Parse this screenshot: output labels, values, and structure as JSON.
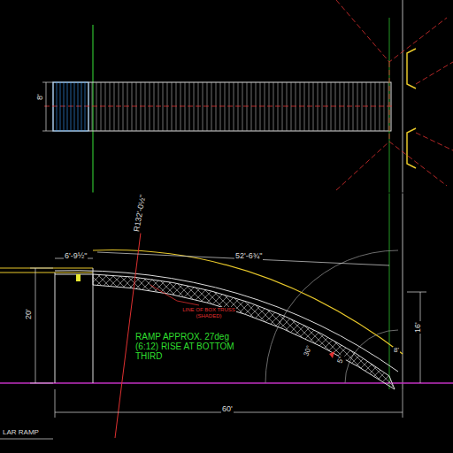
{
  "diagram": {
    "labels": [
      "8'",
      "6'-9½\"",
      "R132'-0½\"",
      "52'-6¾\"",
      "LINE OF BOX TRUSS (SHADED)",
      "RAMP APPROX. 27deg (6:12) RISE AT BOTTOM THIRD",
      "20'",
      "16'",
      "30°",
      "5°",
      "8'",
      "60'",
      "LAR RAMP"
    ]
  }
}
